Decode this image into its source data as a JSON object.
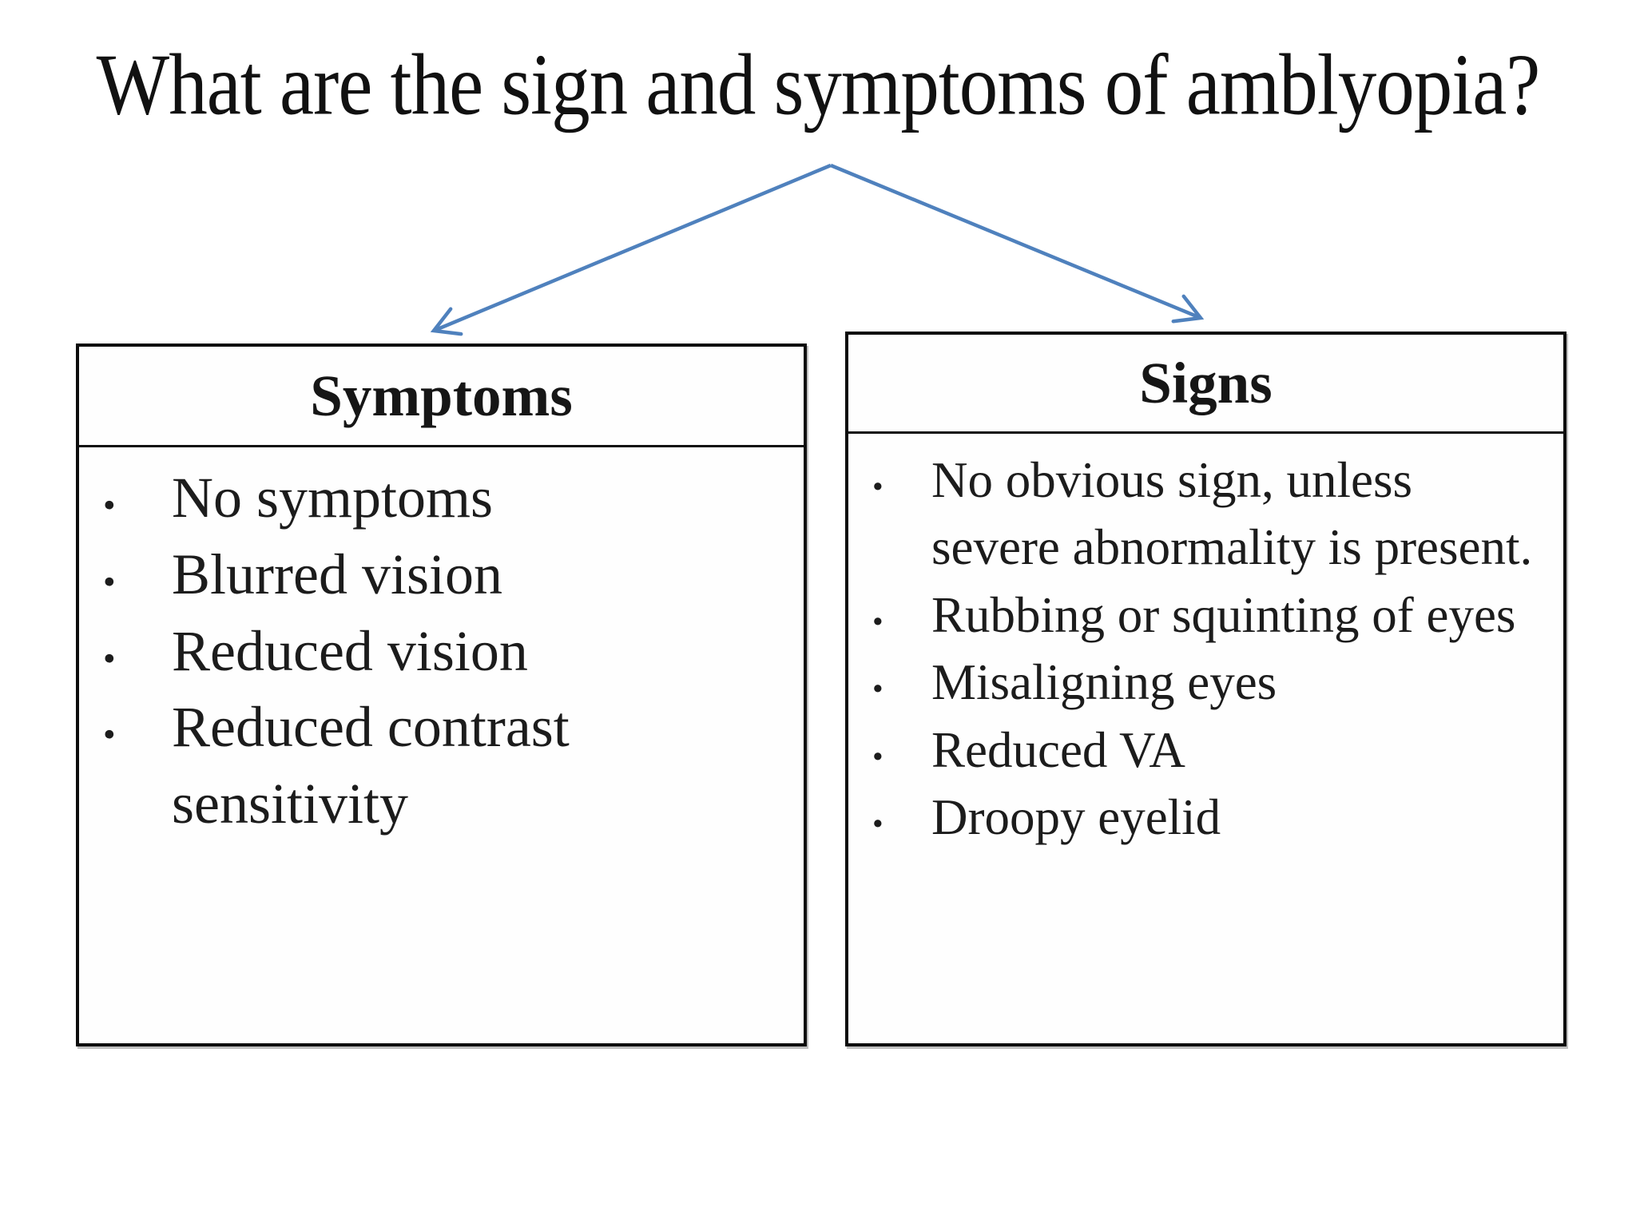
{
  "slide": {
    "title": "What are the sign and symptoms of amblyopia?",
    "accent_color": "#4f81bd",
    "columns": [
      {
        "header": "Symptoms",
        "items": [
          "No symptoms",
          "Blurred vision",
          "Reduced vision",
          "Reduced contrast sensitivity"
        ]
      },
      {
        "header": "Signs",
        "items": [
          "No obvious sign, unless severe abnormality is present.",
          "Rubbing or squinting of eyes",
          "Misaligning eyes",
          "Reduced VA",
          "Droopy eyelid"
        ]
      }
    ]
  }
}
